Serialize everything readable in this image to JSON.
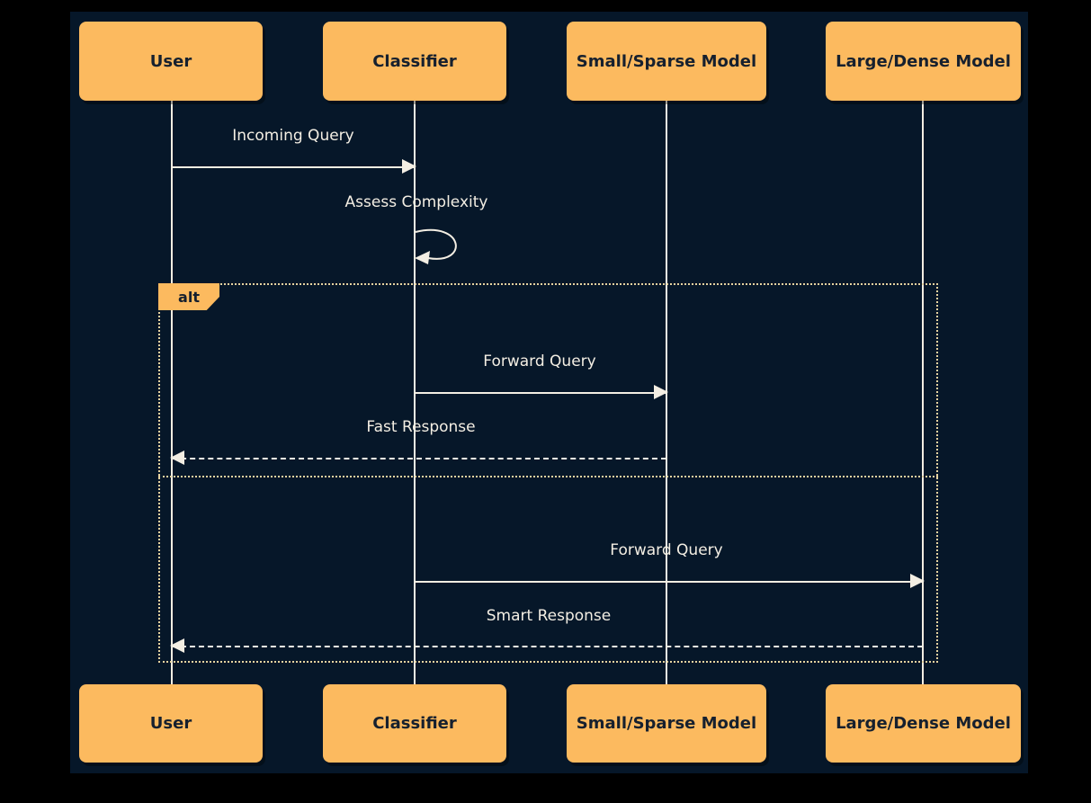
{
  "diagram_type": "sequence",
  "colors": {
    "canvas": "#000000",
    "panel_bg": "#061729",
    "actor_fill": "#fcba5f",
    "actor_text": "#16202e",
    "line": "#f3eee3",
    "message_text": "#f3eee3",
    "frame_border": "#e6d3a0",
    "alt_label_fill": "#fcba5f",
    "alt_label_text": "#16202e"
  },
  "participants": [
    {
      "name": "User"
    },
    {
      "name": "Classifier"
    },
    {
      "name": "Small/Sparse Model"
    },
    {
      "name": "Large/Dense Model"
    }
  ],
  "alt_frame": {
    "label": "alt"
  },
  "messages": [
    {
      "from": "User",
      "to": "Classifier",
      "label": "Incoming Query",
      "line": "solid"
    },
    {
      "from": "Classifier",
      "to": "Classifier",
      "label": "Assess Complexity",
      "line": "self-loop"
    },
    {
      "from": "Classifier",
      "to": "Small/Sparse Model",
      "label": "Forward Query",
      "line": "solid"
    },
    {
      "from": "Small/Sparse Model",
      "to": "User",
      "label": "Fast Response",
      "line": "dashed"
    },
    {
      "from": "Classifier",
      "to": "Large/Dense Model",
      "label": "Forward Query",
      "line": "solid"
    },
    {
      "from": "Large/Dense Model",
      "to": "User",
      "label": "Smart Response",
      "line": "dashed"
    }
  ]
}
